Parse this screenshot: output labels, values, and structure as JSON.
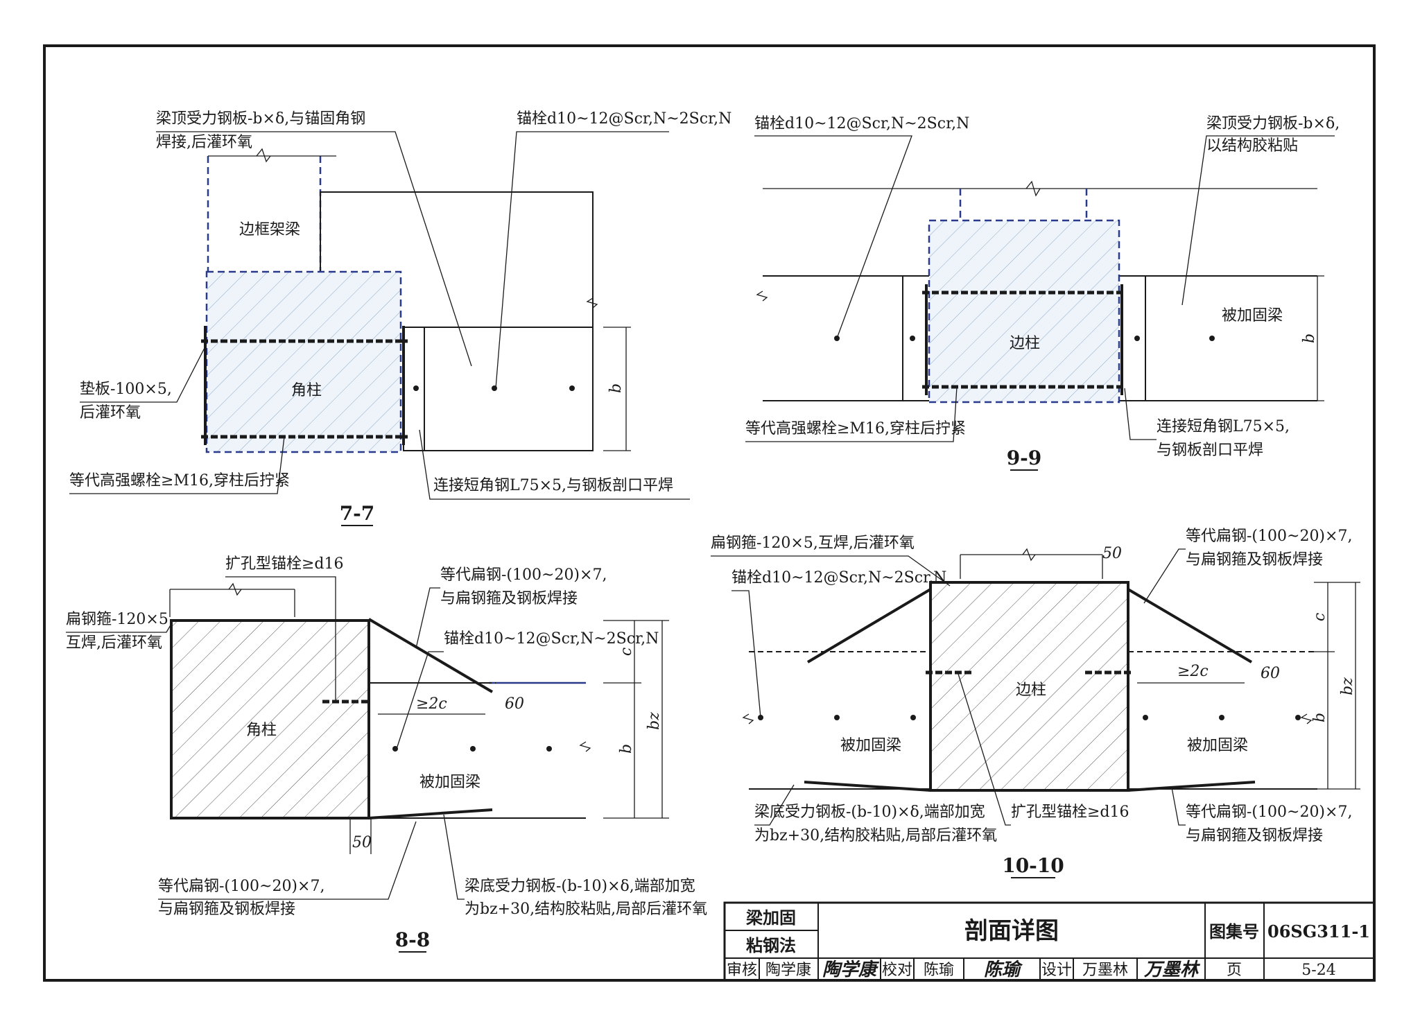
{
  "sections": {
    "s77": {
      "title": "7-7",
      "label_top_plate_1": "梁顶受力钢板-b×δ,与锚固角钢",
      "label_top_plate_2": "焊接,后灌环氧",
      "label_anchor": "锚栓d10~12@Scr,N~2Scr,N",
      "label_frame_beam": "边框架梁",
      "label_column": "角柱",
      "label_pad_1": "垫板-100×5,",
      "label_pad_2": "后灌环氧",
      "label_bolt": "等代高强螺栓≥M16,穿柱后拧紧",
      "label_angle": "连接短角钢L75×5,与钢板剖口平焊",
      "dim_b": "b"
    },
    "s99": {
      "title": "9-9",
      "label_anchor": "锚栓d10~12@Scr,N~2Scr,N",
      "label_top_plate_1": "梁顶受力钢板-b×δ,",
      "label_top_plate_2": "以结构胶粘贴",
      "label_column": "边柱",
      "label_beam": "被加固梁",
      "label_bolt": "等代高强螺栓≥M16,穿柱后拧紧",
      "label_angle_1": "连接短角钢L75×5,",
      "label_angle_2": "与钢板剖口平焊",
      "dim_b": "b"
    },
    "s88": {
      "title": "8-8",
      "label_exp_anchor": "扩孔型锚栓≥d16",
      "label_hoop_1": "扁钢箍-120×5",
      "label_hoop_2": "互焊,后灌环氧",
      "label_flat_1": "等代扁钢-(100~20)×7,",
      "label_flat_2": "与扁钢箍及钢板焊接",
      "label_anchor": "锚栓d10~12@Scr,N~2Scr,N",
      "label_column": "角柱",
      "label_beam": "被加固梁",
      "label_bottom_flat_1": "等代扁钢-(100~20)×7,",
      "label_bottom_flat_2": "与扁钢箍及钢板焊接",
      "label_bottom_plate_1": "梁底受力钢板-(b-10)×δ,端部加宽",
      "label_bottom_plate_2": "为bz+30,结构胶粘贴,局部后灌环氧",
      "dim_2c": "≥2c",
      "dim_60": "60",
      "dim_50": "50",
      "dim_c": "c",
      "dim_b": "b",
      "dim_bz": "bz"
    },
    "s1010": {
      "title": "10-10",
      "label_hoop": "扁钢箍-120×5,互焊,后灌环氧",
      "label_anchor": "锚栓d10~12@Scr,N~2Scr,N",
      "label_flat_1": "等代扁钢-(100~20)×7,",
      "label_flat_2": "与扁钢箍及钢板焊接",
      "label_column": "边柱",
      "label_beam_left": "被加固梁",
      "label_beam_right": "被加固梁",
      "label_bottom_plate_1": "梁底受力钢板-(b-10)×δ,端部加宽",
      "label_bottom_plate_2": "为bz+30,结构胶粘贴,局部后灌环氧",
      "label_exp_anchor": "扩孔型锚栓≥d16",
      "label_bottom_flat_1": "等代扁钢-(100~20)×7,",
      "label_bottom_flat_2": "与扁钢箍及钢板焊接",
      "dim_50": "50",
      "dim_2c": "≥2c",
      "dim_60": "60",
      "dim_c": "c",
      "dim_b": "b",
      "dim_bz": "bz"
    }
  },
  "title_block": {
    "category_1": "梁加固",
    "category_2": "粘钢法",
    "drawing_title": "剖面详图",
    "atlas_label": "图集号",
    "atlas_no": "06SG311-1",
    "review_label": "审核",
    "review_name": "陶学康",
    "review_sign": "陶学康",
    "check_label": "校对",
    "check_name": "陈瑜",
    "check_sign": "陈瑜",
    "design_label": "设计",
    "design_name": "万墨林",
    "design_sign": "万墨林",
    "page_label": "页",
    "page_no": "5-24"
  }
}
